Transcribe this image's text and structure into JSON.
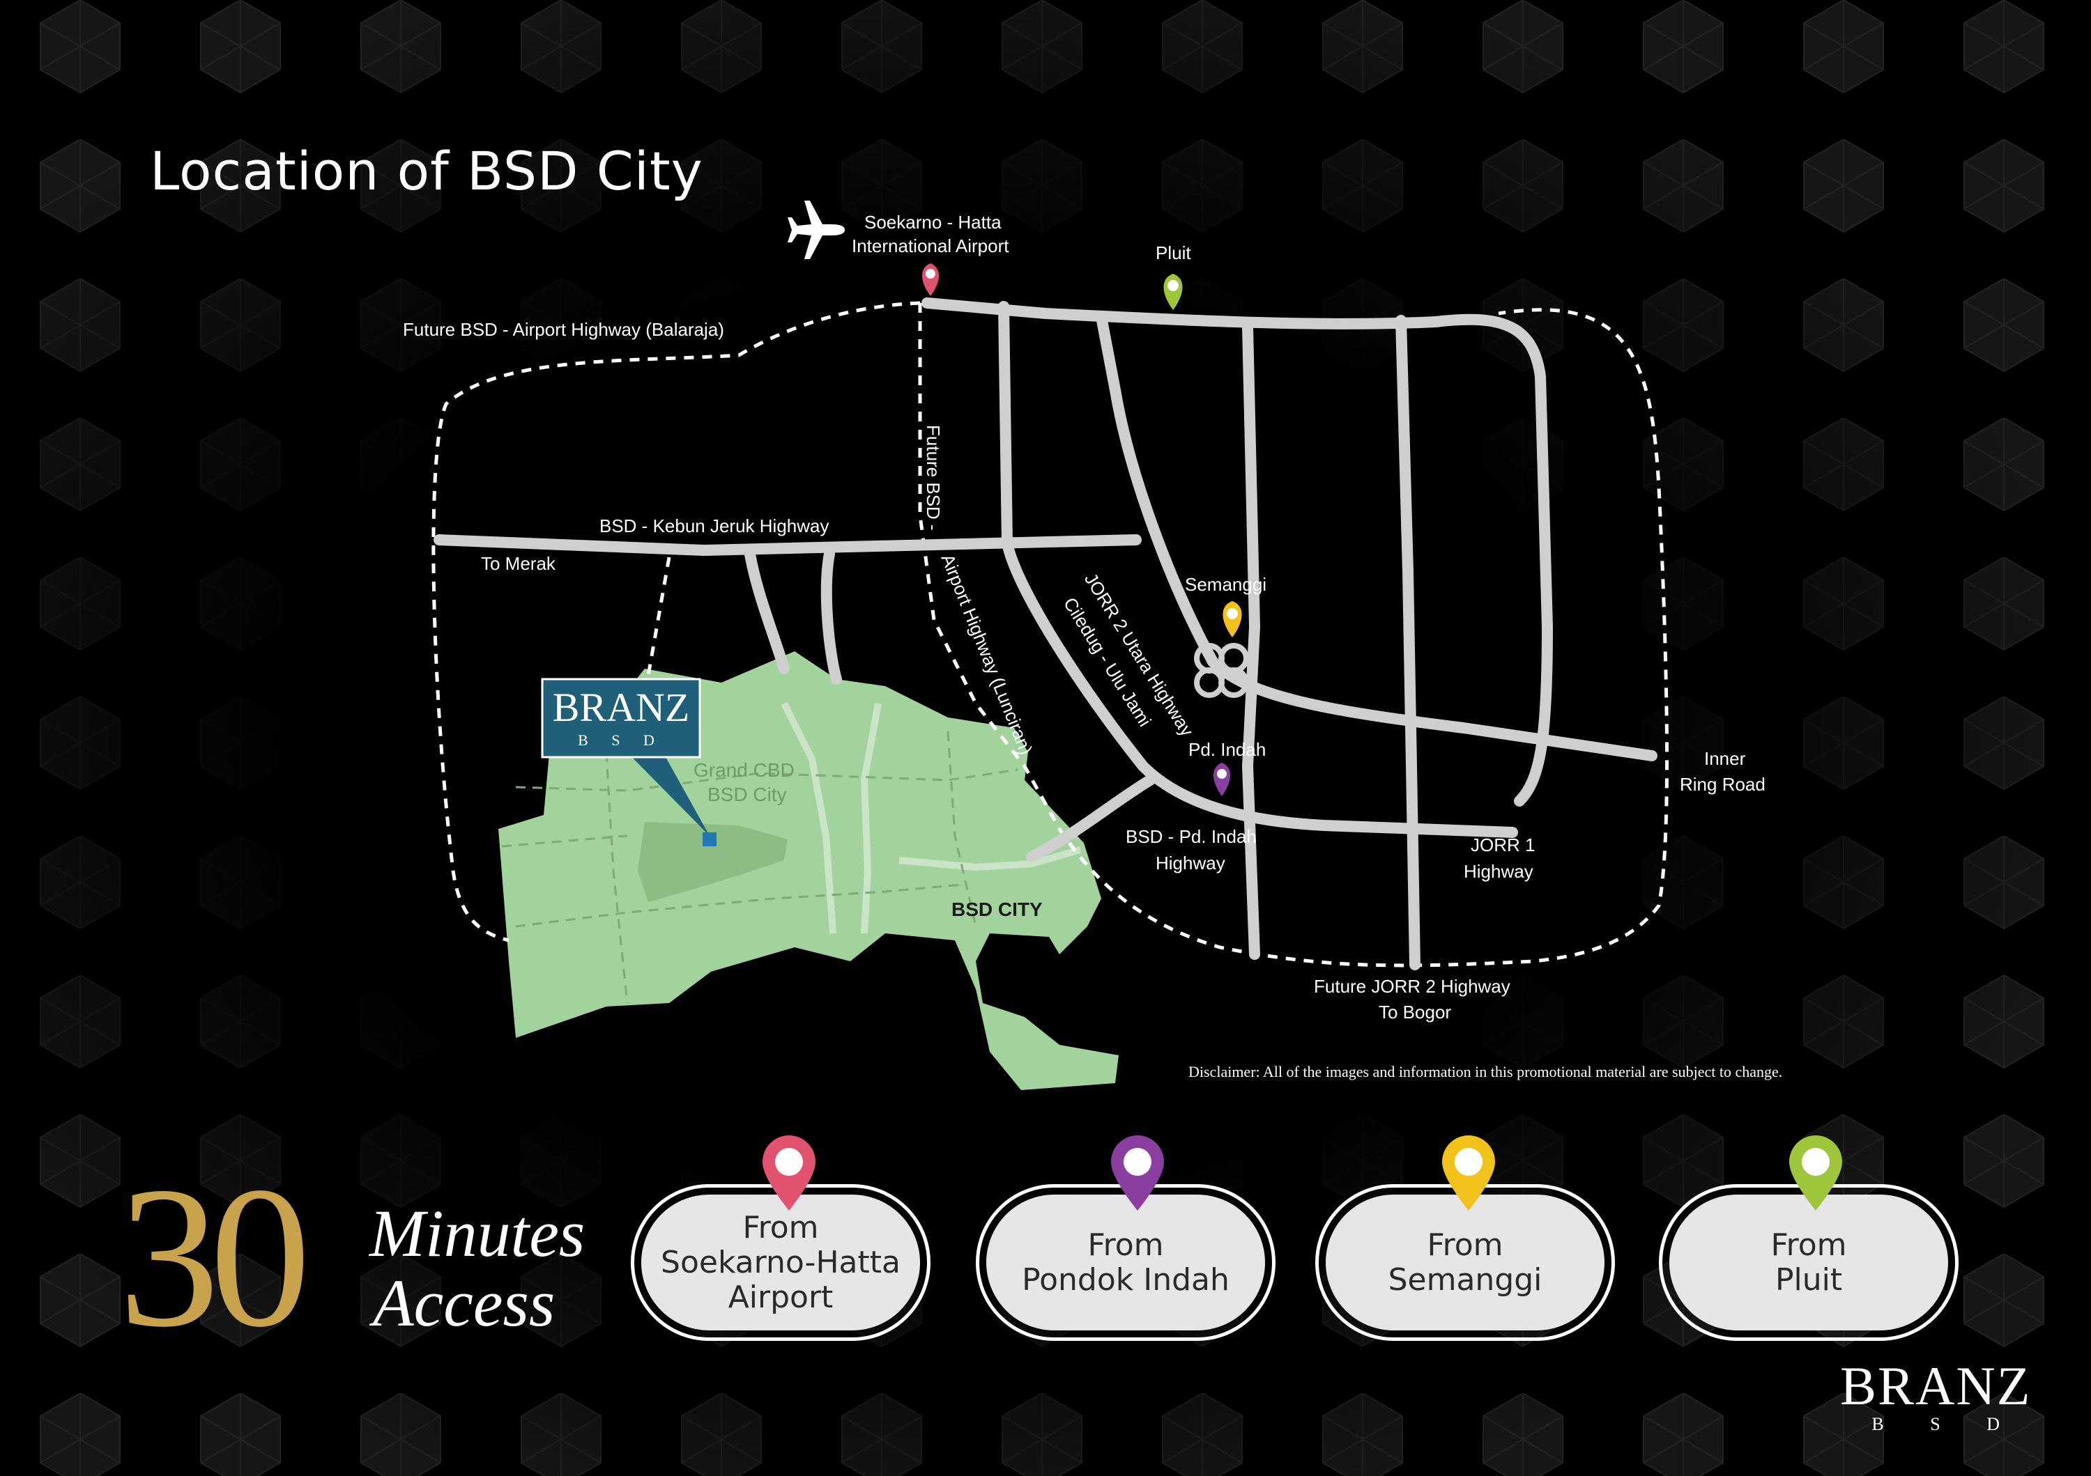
{
  "title": "Location of BSD City",
  "map": {
    "airport": "Soekarno - Hatta\nInternational Airport",
    "airport_line1": "Soekarno - Hatta",
    "airport_line2": "International Airport",
    "pluit": "Pluit",
    "future_airport_highway": "Future BSD - Airport Highway (Balaraja)",
    "kebun_jeruk": "BSD - Kebun Jeruk Highway",
    "to_merak": "To Merak",
    "future_bsd_line1": "Future BSD -",
    "future_bsd_line2": "Airport Highway (Lunciran)",
    "jorr2_line1": "JORR 2 Utara Highway",
    "jorr2_line2": "Ciledug - Ulu Jami",
    "semanggi": "Semanggi",
    "pd_indah": "Pd. Indah",
    "bsd_pd_indah_line1": "BSD - Pd. Indah",
    "bsd_pd_indah_line2": "Highway",
    "jorr1_line1": "JORR 1",
    "jorr1_line2": "Highway",
    "inner_ring_line1": "Inner",
    "inner_ring_line2": "Ring Road",
    "future_jorr2_line1": "Future JORR 2 Highway",
    "future_jorr2_line2": "To Bogor",
    "grand_cbd_line1": "Grand CBD",
    "grand_cbd_line2": "BSD City",
    "bsd_city": "BSD CITY",
    "branz_name": "BRANZ",
    "branz_sub": "B S D"
  },
  "disclaimer": "Disclaimer: All of the images and information in this promotional material are subject to change.",
  "access": {
    "number": "30",
    "word1": "Minutes",
    "word2": "Access"
  },
  "destinations": [
    {
      "line1": "From",
      "line2": "Soekarno-Hatta",
      "line3": "Airport",
      "pin_color": "#e0526e"
    },
    {
      "line1": "From",
      "line2": "Pondok Indah",
      "line3": "",
      "pin_color": "#8a3fa0"
    },
    {
      "line1": "From",
      "line2": "Semanggi",
      "line3": "",
      "pin_color": "#f2c21b"
    },
    {
      "line1": "From",
      "line2": "Pluit",
      "line3": "",
      "pin_color": "#9dc63a"
    }
  ],
  "logo": {
    "name": "BRANZ",
    "sub": "B S D"
  },
  "colors": {
    "bsd_area": "#a3d39c",
    "road": "#cfcfcf",
    "branz_box": "#1f5f7a",
    "gold": "#c9a34c"
  }
}
